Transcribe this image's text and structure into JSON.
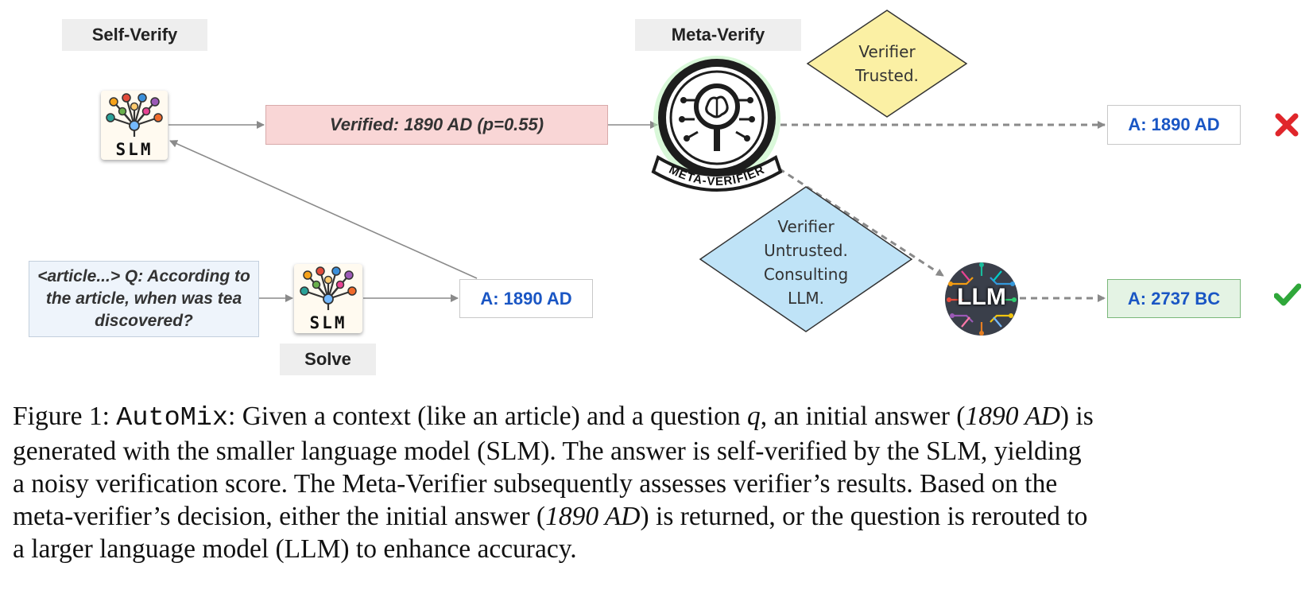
{
  "stages": {
    "self_verify": "Self-Verify",
    "meta_verify": "Meta-Verify",
    "solve": "Solve"
  },
  "models": {
    "slm": "SLM",
    "llm": "LLM",
    "meta_verifier_badge": "META-VERIFIER"
  },
  "nodes": {
    "question": "<article...> Q: According to the article, when was tea discovered?",
    "initial_answer": "A: 1890 AD",
    "verified": "Verified: 1890 AD (p=0.55)",
    "trusted_answer": "A: 1890 AD",
    "llm_answer": "A: 2737 BC"
  },
  "decisions": {
    "trusted": [
      "Verifier",
      "Trusted."
    ],
    "untrusted": [
      "Verifier",
      "Untrusted.",
      "Consulting",
      "LLM."
    ]
  },
  "outcomes": {
    "wrong_icon": "cross-mark",
    "right_icon": "check-mark"
  },
  "colors": {
    "answer_text": "#1a56c4",
    "verified_fill": "#f9d6d6",
    "question_fill": "#eef4fb",
    "trusted_fill": "#fbf0a4",
    "untrusted_fill": "#bfe3f7",
    "correct_fill": "#e4f3e4",
    "cross": "#e0262b",
    "check": "#2fa73a"
  },
  "caption": {
    "line1": {
      "label": "Figure 1: ",
      "name": "AutoMix",
      "t1": ": Given a context (like an article) and a question ",
      "q": "q",
      "t2": ", an initial answer (",
      "ans": "1890 AD",
      "t3": ") is"
    },
    "line2": "generated with the smaller language model (SLM). The answer is self-verified by the SLM, yielding",
    "line3": "a noisy verification score. The Meta-Verifier subsequently assesses verifier’s results. Based on the",
    "line4": {
      "t1": "meta-verifier’s decision, either the initial answer (",
      "ans": "1890 AD",
      "t2": ") is returned, or the question is rerouted to"
    },
    "line5": "a larger language model (LLM) to enhance accuracy."
  }
}
